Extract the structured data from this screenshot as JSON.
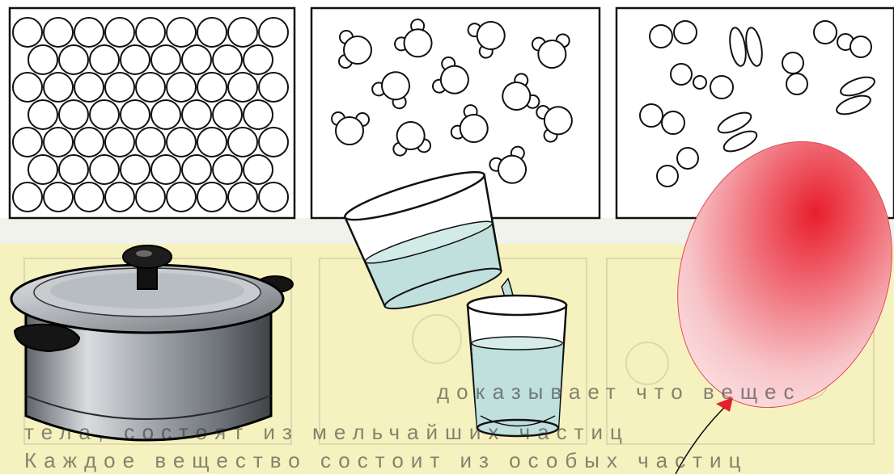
{
  "illustration": {
    "panels": [
      {
        "state": "solid"
      },
      {
        "state": "liquid"
      },
      {
        "state": "gas"
      }
    ],
    "objects": [
      "pot-icon",
      "pouring-glass-icon",
      "water-glass-icon",
      "balloon-icon"
    ],
    "colors": {
      "lower_band": "#f6f2bf",
      "water": "#bfe0dc",
      "balloon": "#e8202e",
      "pot": "#8a8f95",
      "outline": "#111111"
    }
  },
  "background_text": {
    "line1": "доказывает что вещес",
    "line2": "тела, состоят из мельчайших частиц",
    "line3": "Каждое вещество состоит из особых частиц"
  }
}
